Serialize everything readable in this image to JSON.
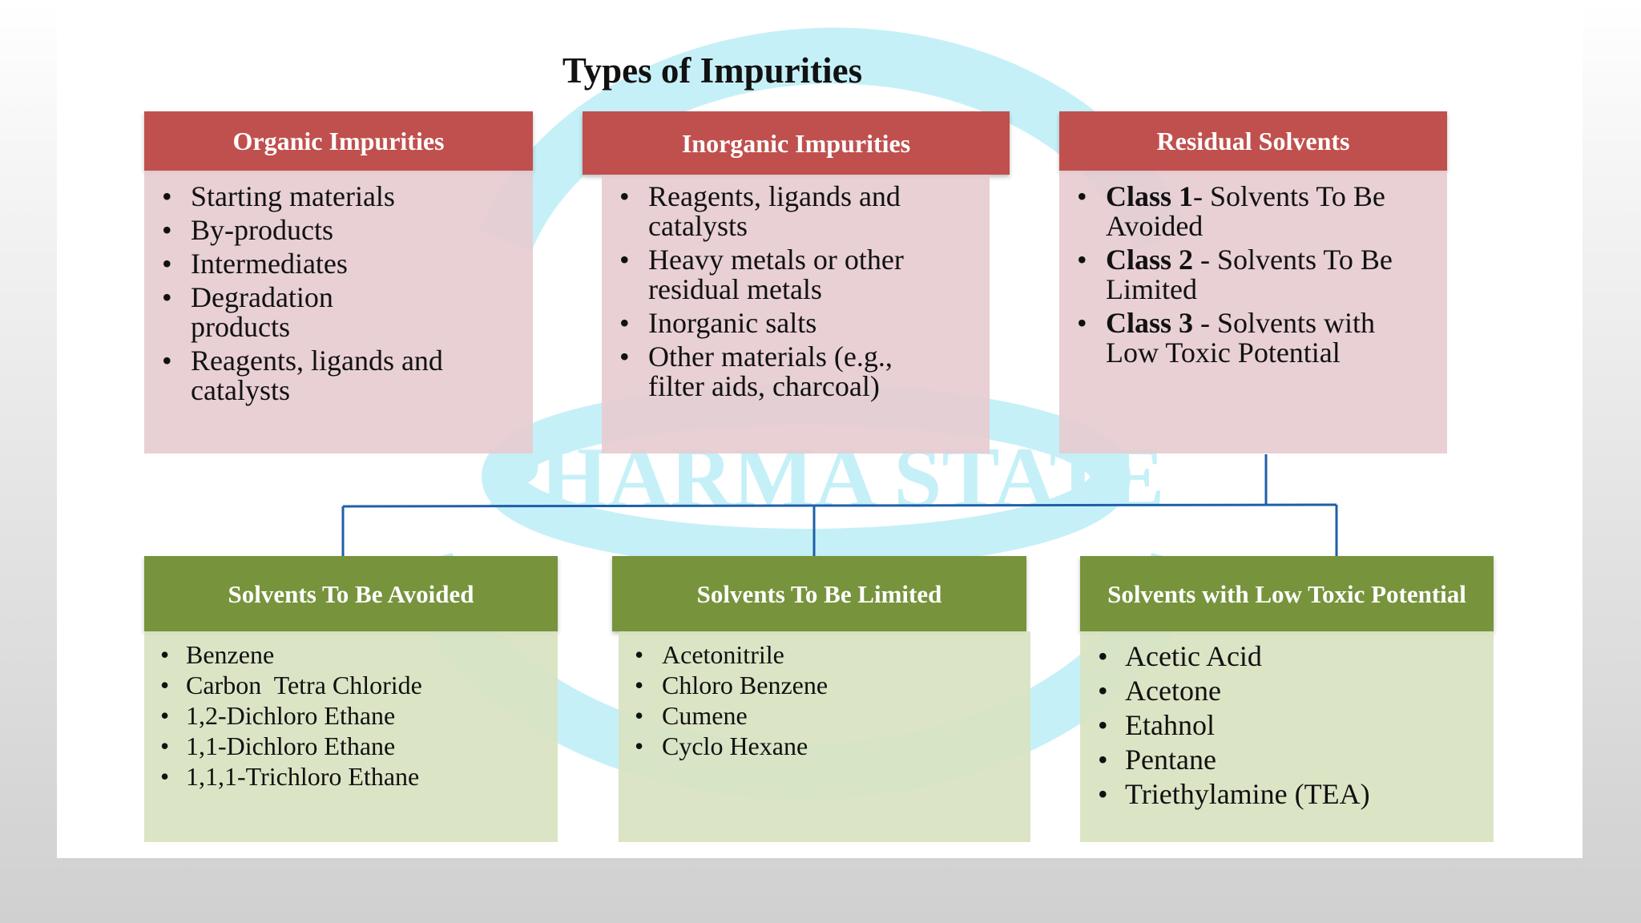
{
  "title": "Types of Impurities",
  "watermark": "PHARMA STATE",
  "colors": {
    "red_header": "#c0504d",
    "red_body": "#e5cbcf",
    "green_header": "#77933c",
    "green_body": "#d8e3c0",
    "connector": "#1f5fa8",
    "watermark": "#c6f0f8"
  },
  "top_boxes": [
    {
      "header": "Organic Impurities",
      "items": [
        "Starting materials",
        "By-products",
        "Intermediates",
        "Degradation products",
        "Reagents, ligands and catalysts"
      ]
    },
    {
      "header": "Inorganic Impurities",
      "items": [
        "Reagents, ligands and catalysts",
        "Heavy metals or other residual metals",
        "Inorganic salts",
        "Other materials (e.g., filter aids, charcoal)"
      ]
    },
    {
      "header": "Residual Solvents",
      "items": [
        {
          "bold": "Class 1",
          "text": "- Solvents To Be Avoided"
        },
        {
          "bold": "Class 2",
          "text": " - Solvents To Be Limited"
        },
        {
          "bold": "Class 3",
          "text": " - Solvents with Low Toxic Potential"
        }
      ]
    }
  ],
  "bottom_boxes": [
    {
      "header": "Solvents To Be Avoided",
      "items": [
        "Benzene",
        "Carbon  Tetra Chloride",
        "1,2-Dichloro Ethane",
        "1,1-Dichloro Ethane",
        "1,1,1-Trichloro Ethane"
      ]
    },
    {
      "header": "Solvents To Be Limited",
      "items": [
        "Acetonitrile",
        "Chloro Benzene",
        "Cumene",
        "Cyclo Hexane"
      ]
    },
    {
      "header": "Solvents with Low Toxic Potential",
      "items": [
        "Acetic Acid",
        "Acetone",
        "Etahnol",
        "Pentane",
        "Triethylamine (TEA)"
      ]
    }
  ]
}
